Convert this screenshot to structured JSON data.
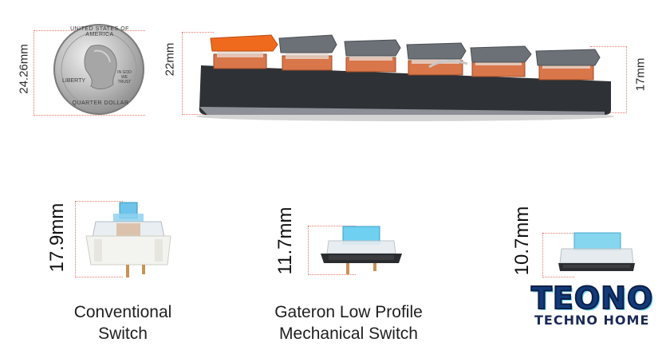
{
  "top": {
    "coin_height": "24.26mm",
    "keyboard_front_height": "22mm",
    "keyboard_rear_height": "17mm",
    "coin_text": {
      "top": "UNITED STATES OF AMERICA",
      "left": "LIBERTY",
      "right": "IN GOD WE TRUST",
      "bottom": "QUARTER DOLLAR"
    }
  },
  "switches": [
    {
      "height": "17.9mm",
      "caption_line1": "Conventional",
      "caption_line2": "Switch"
    },
    {
      "height": "11.7mm",
      "caption_line1": "Gateron Low Profile",
      "caption_line2": "Mechanical Switch"
    },
    {
      "height": "10.7mm",
      "caption_line1": "",
      "caption_line2": ""
    }
  ],
  "watermark": {
    "brand": "TEONO",
    "tagline": "TECHNO HOME"
  },
  "colors": {
    "dimension_guide": "#e07a6a",
    "keycap_orange": "#f06a1e",
    "keycap_gray": "#6c7177",
    "switch_blue": "#7fd1ef",
    "keyboard_body": "#2e3136"
  }
}
